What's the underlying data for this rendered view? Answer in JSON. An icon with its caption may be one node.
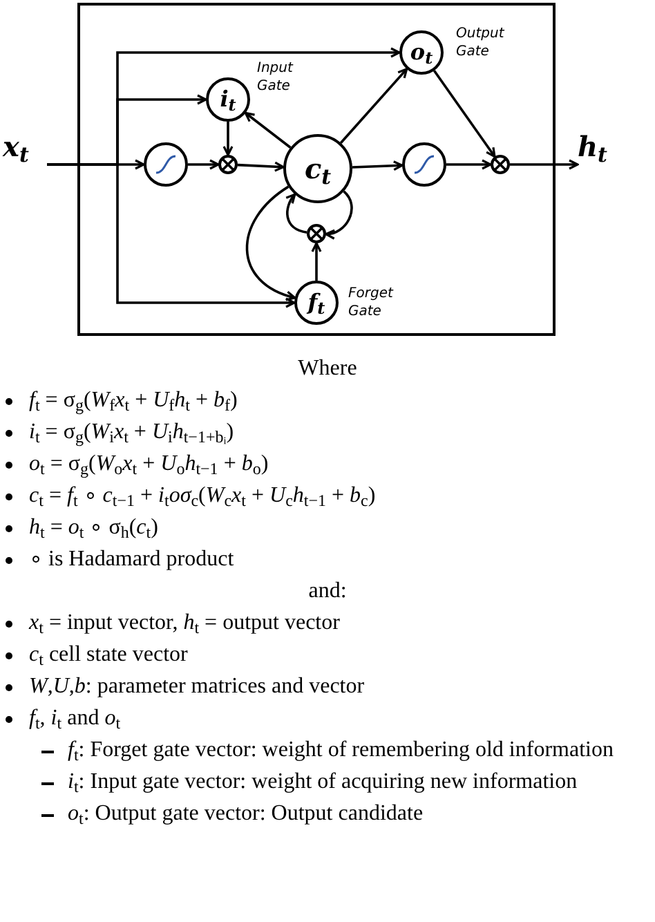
{
  "diagram": {
    "nodes": [
      {
        "text": [],
        "shape": "box"
      },
      {
        "text": [
          "x$_{t}$"
        ]
      },
      {
        "text": [
          "o$_{t}$"
        ],
        "in": 0,
        "beside": [
          "Output Gate"
        ]
      },
      {
        "text": [
          "i$_{t}$"
        ],
        "in": 0,
        "beside": [
          "Input Gate"
        ]
      },
      {
        "text": [],
        "shape": "circle",
        "in": 0
      },
      {
        "text": [],
        "shape": "circle",
        "in": 0
      },
      {
        "text": [
          "c$_{t}$"
        ],
        "in": 0
      },
      {
        "text": [],
        "shape": "circle",
        "in": 0
      },
      {
        "text": [],
        "shape": "circle",
        "in": 0
      },
      {
        "text": [
          "h$_{t}$"
        ]
      },
      {
        "text": [],
        "shape": "circle",
        "in": 0
      },
      {
        "text": [
          "f$_{t}$"
        ],
        "in": 0,
        "beside": [
          "Forget Gate"
        ]
      }
    ],
    "edges": [
      {
        "from": 1,
        "to": 4,
        "arrow": "to"
      },
      {
        "from": 1,
        "to": 3,
        "arrow": "to"
      },
      {
        "from": 1,
        "to": 2,
        "arrow": "to"
      },
      {
        "from": 1,
        "to": 11,
        "arrow": "to"
      },
      {
        "from": 4,
        "to": 5,
        "arrow": "to"
      },
      {
        "from": 3,
        "to": 5,
        "arrow": "to"
      },
      {
        "from": 5,
        "to": 6,
        "arrow": "to"
      },
      {
        "from": 6,
        "to": 3,
        "arrow": "to"
      },
      {
        "from": 6,
        "to": 2,
        "arrow": "to"
      },
      {
        "from": 6,
        "to": 7,
        "arrow": "to"
      },
      {
        "from": 7,
        "to": 8,
        "arrow": "to"
      },
      {
        "from": 2,
        "to": 8,
        "arrow": "to"
      },
      {
        "from": 8,
        "to": 9,
        "arrow": "to"
      },
      {
        "from": 6,
        "to": 11,
        "arrow": "to"
      },
      {
        "from": 6,
        "to": 10,
        "arrow": "to"
      },
      {
        "from": 10,
        "to": 6,
        "arrow": "to"
      },
      {
        "from": 11,
        "to": 10,
        "arrow": "to"
      }
    ],
    "labels": [
      "Where",
      "*f*$_{t}$ = σ$_{g}$(*W*$_{f}$*x*$_{t}$ + *U*$_{f}$*h*$_{t}$ + *b*$_{f}$)",
      "*i*$_{t}$ = σ$_{g}$(*W*$_{i}$*x*$_{t}$ + *U*$_{i}$*h*$_{t−1+bᵢ}$)",
      "*o*$_{t}$ = σ$_{g}$(*W*$_{o}$*x*$_{t}$ + *U*$_{o}$*h*$_{t−1}$ + *b*$_{o}$)",
      "*c*$_{t}$ = *f*$_{t}$ ∘ *c*$_{t−1}$ + *i*$_{t}$*oσ*$_{c}$(*W*$_{c}$*x*$_{t}$ + *U*$_{c}$*h*$_{t−1}$ + *b*$_{c}$)",
      "*h*$_{t}$ = *o*$_{t}$ ∘ σ$_{h}$(*c*$_{t}$)",
      "∘ is Hadamard product",
      "and:",
      "*x*$_{t}$ = input vector, *h*$_{t}$ = output vector",
      "*c*$_{t}$ cell state vector",
      "*W*,*U*,*b*: parameter matrices and vector",
      "*f*$_{t}$, *i*$_{t}$ and *o*$_{t}$",
      "*f*$_{t}$: Forget gate vector: weight of remembering old information",
      "*i*$_{t}$: Input gate vector: weight of acquiring new information",
      "*o*$_{t}$: Output gate vector: Output candidate"
    ]
  }
}
